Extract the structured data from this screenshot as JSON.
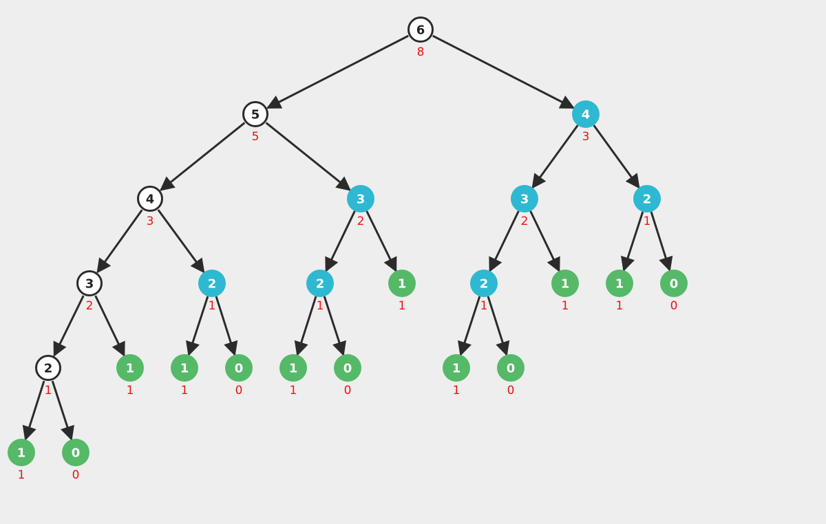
{
  "colors": {
    "background": "#eeeeee",
    "edge": "#2b2b2b",
    "value_text": "#ee1111",
    "plain_fill": "#ffffff",
    "plain_stroke": "#2b2b2b",
    "plain_text": "#222222",
    "teal_fill": "#2fb8d1",
    "green_fill": "#55b968",
    "filled_text": "#ffffff"
  },
  "nodes": [
    {
      "id": "n6",
      "label": "6",
      "value": "8",
      "style": "plain"
    },
    {
      "id": "n5",
      "label": "5",
      "value": "5",
      "style": "plain"
    },
    {
      "id": "n4r",
      "label": "4",
      "value": "3",
      "style": "teal"
    },
    {
      "id": "n4",
      "label": "4",
      "value": "3",
      "style": "plain"
    },
    {
      "id": "n3a",
      "label": "3",
      "value": "2",
      "style": "teal"
    },
    {
      "id": "n3b",
      "label": "3",
      "value": "2",
      "style": "teal"
    },
    {
      "id": "n2a",
      "label": "2",
      "value": "1",
      "style": "teal"
    },
    {
      "id": "n3",
      "label": "3",
      "value": "2",
      "style": "plain"
    },
    {
      "id": "n2b",
      "label": "2",
      "value": "1",
      "style": "teal"
    },
    {
      "id": "n2c",
      "label": "2",
      "value": "1",
      "style": "teal"
    },
    {
      "id": "n1a",
      "label": "1",
      "value": "1",
      "style": "green"
    },
    {
      "id": "n2d",
      "label": "2",
      "value": "1",
      "style": "teal"
    },
    {
      "id": "n1b",
      "label": "1",
      "value": "1",
      "style": "green"
    },
    {
      "id": "n1c",
      "label": "1",
      "value": "1",
      "style": "green"
    },
    {
      "id": "n0a",
      "label": "0",
      "value": "0",
      "style": "green"
    },
    {
      "id": "n2",
      "label": "2",
      "value": "1",
      "style": "plain"
    },
    {
      "id": "n1d",
      "label": "1",
      "value": "1",
      "style": "green"
    },
    {
      "id": "n1e",
      "label": "1",
      "value": "1",
      "style": "green"
    },
    {
      "id": "n0b",
      "label": "0",
      "value": "0",
      "style": "green"
    },
    {
      "id": "n1f",
      "label": "1",
      "value": "1",
      "style": "green"
    },
    {
      "id": "n0c",
      "label": "0",
      "value": "0",
      "style": "green"
    },
    {
      "id": "n1g",
      "label": "1",
      "value": "1",
      "style": "green"
    },
    {
      "id": "n0d",
      "label": "0",
      "value": "0",
      "style": "green"
    },
    {
      "id": "n1h",
      "label": "1",
      "value": "1",
      "style": "green"
    },
    {
      "id": "n0e",
      "label": "0",
      "value": "0",
      "style": "green"
    }
  ],
  "edges": [
    [
      "n6",
      "n5"
    ],
    [
      "n6",
      "n4r"
    ],
    [
      "n5",
      "n4"
    ],
    [
      "n5",
      "n3a"
    ],
    [
      "n4r",
      "n3b"
    ],
    [
      "n4r",
      "n2a"
    ],
    [
      "n4",
      "n3"
    ],
    [
      "n4",
      "n2b"
    ],
    [
      "n3a",
      "n2c"
    ],
    [
      "n3a",
      "n1a"
    ],
    [
      "n3b",
      "n2d"
    ],
    [
      "n3b",
      "n1b"
    ],
    [
      "n2a",
      "n1c"
    ],
    [
      "n2a",
      "n0a"
    ],
    [
      "n3",
      "n2"
    ],
    [
      "n3",
      "n1d"
    ],
    [
      "n2b",
      "n1e"
    ],
    [
      "n2b",
      "n0b"
    ],
    [
      "n2c",
      "n1f"
    ],
    [
      "n2c",
      "n0c"
    ],
    [
      "n2d",
      "n1g"
    ],
    [
      "n2d",
      "n0d"
    ],
    [
      "n2",
      "n1h"
    ],
    [
      "n2",
      "n0e"
    ]
  ]
}
